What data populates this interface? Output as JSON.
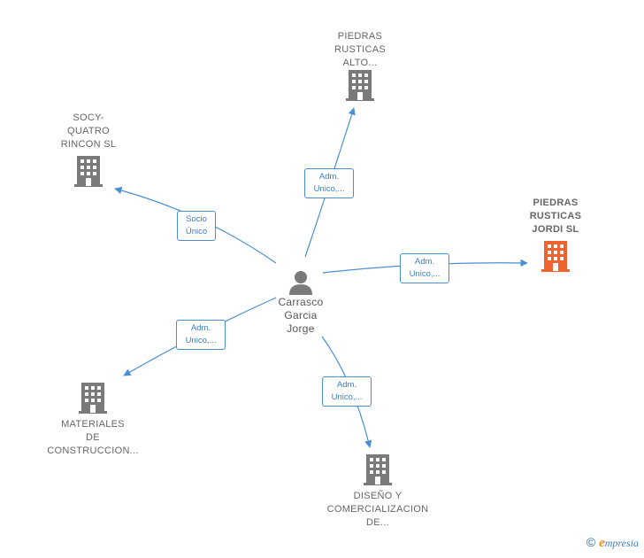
{
  "center": {
    "name_lines": [
      "Carrasco",
      "Garcia",
      "Jorge"
    ]
  },
  "companies": {
    "piedras_alto": {
      "lines": [
        "PIEDRAS",
        "RUSTICAS",
        "ALTO..."
      ]
    },
    "socy": {
      "lines": [
        "SOCY-",
        "QUATRO",
        "RINCON SL"
      ]
    },
    "piedras_jordi": {
      "lines": [
        "PIEDRAS",
        "RUSTICAS",
        "JORDI  SL"
      ]
    },
    "materiales": {
      "lines": [
        "MATERIALES",
        "DE",
        "CONSTRUCCION..."
      ]
    },
    "diseno": {
      "lines": [
        "DISEÑO Y",
        "COMERCIALIZACION",
        "DE..."
      ]
    }
  },
  "relations": {
    "to_piedras_alto": [
      "Adm.",
      "Unico,..."
    ],
    "to_socy": [
      "Socio",
      "Único"
    ],
    "to_piedras_jordi": [
      "Adm.",
      "Unico,..."
    ],
    "to_materiales": [
      "Adm.",
      "Unico,..."
    ],
    "to_diseno": [
      "Adm.",
      "Unico,..."
    ]
  },
  "footer": {
    "copyright": "©",
    "brand_first": "e",
    "brand_rest": "mpresia"
  },
  "colors": {
    "edge": "#4a8fd4",
    "building": "#7a7a7a",
    "highlight": "#f0622e",
    "person": "#7a7a7a"
  }
}
